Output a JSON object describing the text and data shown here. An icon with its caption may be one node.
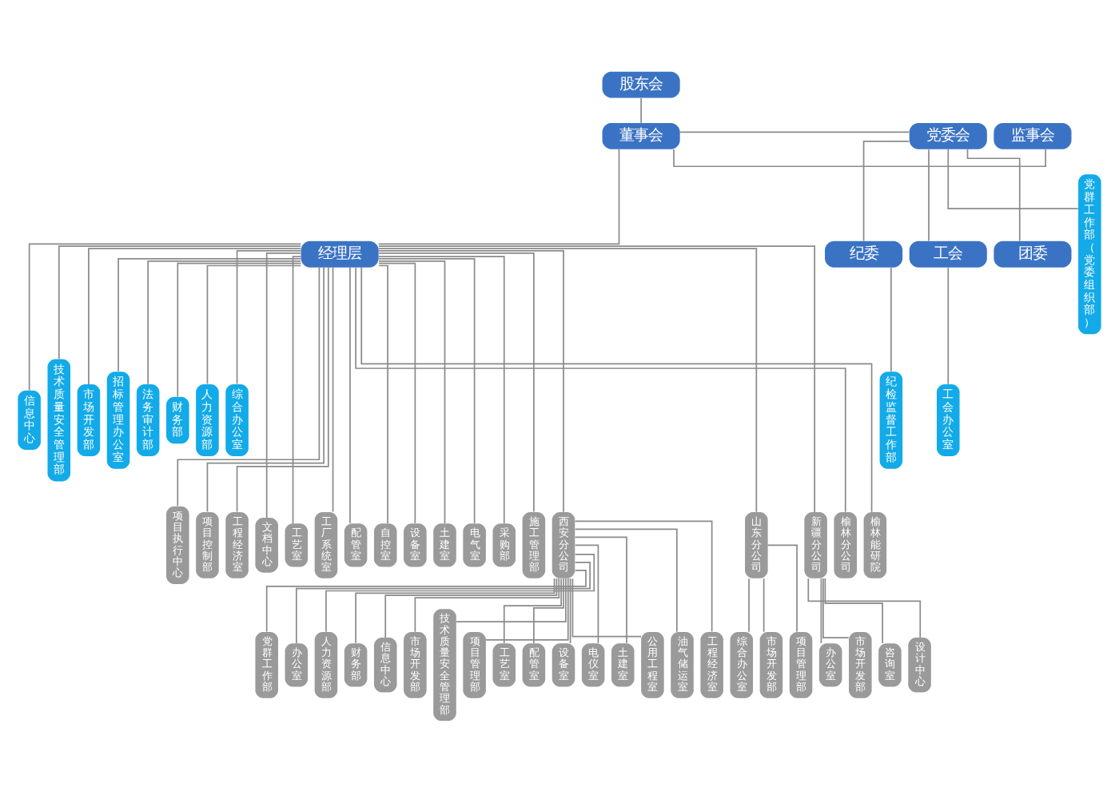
{
  "diagram": {
    "nodes": [
      {
        "text": [
          "股东会"
        ]
      },
      {
        "text": [
          "监事会"
        ]
      },
      {
        "text": [
          "董事会"
        ]
      },
      {
        "text": [
          "党委会"
        ]
      },
      {
        "text": [
          "经理层"
        ]
      },
      {
        "text": [
          "纪委"
        ]
      },
      {
        "text": [
          "工会"
        ]
      },
      {
        "text": [
          "团委"
        ]
      },
      {
        "text": [
          "信息中心"
        ]
      },
      {
        "text": [
          "技术质量安全管理部"
        ]
      },
      {
        "text": [
          "市场开发部"
        ]
      },
      {
        "text": [
          "招标管理办公室"
        ]
      },
      {
        "text": [
          "法务审计部"
        ]
      },
      {
        "text": [
          "财务部"
        ]
      },
      {
        "text": [
          "人力资源部"
        ]
      },
      {
        "text": [
          "综合办公室"
        ]
      },
      {
        "text": [
          "党群工作部（党委组织部）"
        ]
      },
      {
        "text": [
          "纪检监督工作部"
        ]
      },
      {
        "text": [
          "工会办公室"
        ]
      },
      {
        "text": [
          "项目执行中心"
        ]
      },
      {
        "text": [
          "项目控制部"
        ]
      },
      {
        "text": [
          "工程经济室"
        ]
      },
      {
        "text": [
          "文档中心"
        ]
      },
      {
        "text": [
          "工艺室"
        ]
      },
      {
        "text": [
          "工厂系统室"
        ]
      },
      {
        "text": [
          "配管室"
        ]
      },
      {
        "text": [
          "自控室"
        ]
      },
      {
        "text": [
          "设备室"
        ]
      },
      {
        "text": [
          "土建室"
        ]
      },
      {
        "text": [
          "电气室"
        ]
      },
      {
        "text": [
          "采购部"
        ]
      },
      {
        "text": [
          "施工管理部"
        ]
      },
      {
        "text": [
          "西安分公司"
        ]
      },
      {
        "text": [
          "山东分公司"
        ]
      },
      {
        "text": [
          "新疆分公司"
        ]
      },
      {
        "text": [
          "榆林分公司"
        ]
      },
      {
        "text": [
          "榆林能研院"
        ]
      },
      {
        "text": [
          "党群工作部"
        ]
      },
      {
        "text": [
          "办公室"
        ]
      },
      {
        "text": [
          "人力资源部"
        ]
      },
      {
        "text": [
          "财务部"
        ]
      },
      {
        "text": [
          "信息中心"
        ]
      },
      {
        "text": [
          "市场开发部"
        ]
      },
      {
        "text": [
          "技术质量安全管理部"
        ]
      },
      {
        "text": [
          "项目管理部"
        ]
      },
      {
        "text": [
          "工艺室"
        ]
      },
      {
        "text": [
          "配管室"
        ]
      },
      {
        "text": [
          "设备室"
        ]
      },
      {
        "text": [
          "电仪室"
        ]
      },
      {
        "text": [
          "土建室"
        ]
      },
      {
        "text": [
          "公用工程室"
        ]
      },
      {
        "text": [
          "油气储运室"
        ]
      },
      {
        "text": [
          "工程经济室"
        ]
      },
      {
        "text": [
          "综合办公室"
        ]
      },
      {
        "text": [
          "市场开发部"
        ]
      },
      {
        "text": [
          "项目管理部"
        ]
      },
      {
        "text": [
          "办公室"
        ]
      },
      {
        "text": [
          "市场开发部"
        ]
      },
      {
        "text": [
          "咨询室"
        ]
      },
      {
        "text": [
          "设计中心"
        ]
      }
    ],
    "edges": [
      {
        "from": 0,
        "to": 2,
        "arrow": "none"
      },
      {
        "from": 2,
        "to": 1,
        "arrow": "none"
      },
      {
        "from": 2,
        "to": 3,
        "arrow": "none"
      },
      {
        "from": 2,
        "to": 4,
        "arrow": "none"
      },
      {
        "from": 3,
        "to": 5,
        "arrow": "none"
      },
      {
        "from": 3,
        "to": 6,
        "arrow": "none"
      },
      {
        "from": 3,
        "to": 7,
        "arrow": "none"
      },
      {
        "from": 3,
        "to": 16,
        "arrow": "none"
      },
      {
        "from": 5,
        "to": 17,
        "arrow": "none"
      },
      {
        "from": 6,
        "to": 18,
        "arrow": "none"
      },
      {
        "from": 4,
        "to": 8,
        "arrow": "none"
      },
      {
        "from": 4,
        "to": 9,
        "arrow": "none"
      },
      {
        "from": 4,
        "to": 10,
        "arrow": "none"
      },
      {
        "from": 4,
        "to": 11,
        "arrow": "none"
      },
      {
        "from": 4,
        "to": 12,
        "arrow": "none"
      },
      {
        "from": 4,
        "to": 13,
        "arrow": "none"
      },
      {
        "from": 4,
        "to": 14,
        "arrow": "none"
      },
      {
        "from": 4,
        "to": 15,
        "arrow": "none"
      },
      {
        "from": 4,
        "to": 19,
        "arrow": "none"
      },
      {
        "from": 4,
        "to": 20,
        "arrow": "none"
      },
      {
        "from": 4,
        "to": 21,
        "arrow": "none"
      },
      {
        "from": 4,
        "to": 22,
        "arrow": "none"
      },
      {
        "from": 4,
        "to": 23,
        "arrow": "none"
      },
      {
        "from": 4,
        "to": 24,
        "arrow": "none"
      },
      {
        "from": 4,
        "to": 25,
        "arrow": "none"
      },
      {
        "from": 4,
        "to": 26,
        "arrow": "none"
      },
      {
        "from": 4,
        "to": 27,
        "arrow": "none"
      },
      {
        "from": 4,
        "to": 28,
        "arrow": "none"
      },
      {
        "from": 4,
        "to": 29,
        "arrow": "none"
      },
      {
        "from": 4,
        "to": 30,
        "arrow": "none"
      },
      {
        "from": 4,
        "to": 31,
        "arrow": "none"
      },
      {
        "from": 4,
        "to": 32,
        "arrow": "none"
      },
      {
        "from": 4,
        "to": 33,
        "arrow": "none"
      },
      {
        "from": 4,
        "to": 34,
        "arrow": "none"
      },
      {
        "from": 4,
        "to": 35,
        "arrow": "none"
      },
      {
        "from": 4,
        "to": 36,
        "arrow": "none"
      },
      {
        "from": 32,
        "to": 37,
        "arrow": "none"
      },
      {
        "from": 32,
        "to": 38,
        "arrow": "none"
      },
      {
        "from": 32,
        "to": 39,
        "arrow": "none"
      },
      {
        "from": 32,
        "to": 40,
        "arrow": "none"
      },
      {
        "from": 32,
        "to": 41,
        "arrow": "none"
      },
      {
        "from": 32,
        "to": 42,
        "arrow": "none"
      },
      {
        "from": 32,
        "to": 43,
        "arrow": "none"
      },
      {
        "from": 32,
        "to": 44,
        "arrow": "none"
      },
      {
        "from": 32,
        "to": 45,
        "arrow": "none"
      },
      {
        "from": 32,
        "to": 46,
        "arrow": "none"
      },
      {
        "from": 32,
        "to": 47,
        "arrow": "none"
      },
      {
        "from": 32,
        "to": 48,
        "arrow": "none"
      },
      {
        "from": 32,
        "to": 49,
        "arrow": "none"
      },
      {
        "from": 32,
        "to": 50,
        "arrow": "none"
      },
      {
        "from": 32,
        "to": 51,
        "arrow": "none"
      },
      {
        "from": 32,
        "to": 52,
        "arrow": "none"
      },
      {
        "from": 33,
        "to": 53,
        "arrow": "none"
      },
      {
        "from": 33,
        "to": 54,
        "arrow": "none"
      },
      {
        "from": 33,
        "to": 55,
        "arrow": "none"
      },
      {
        "from": 34,
        "to": 56,
        "arrow": "none"
      },
      {
        "from": 34,
        "to": 57,
        "arrow": "none"
      },
      {
        "from": 34,
        "to": 58,
        "arrow": "none"
      },
      {
        "from": 34,
        "to": 59,
        "arrow": "none"
      }
    ]
  }
}
